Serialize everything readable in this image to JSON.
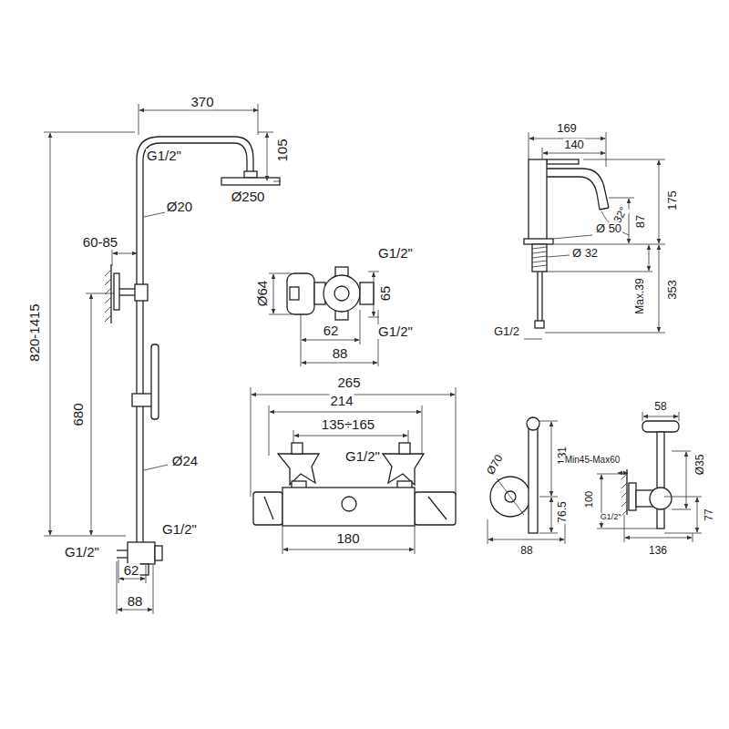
{
  "diagram": {
    "labels": [
      "370",
      "105",
      "G1/2\"",
      "Ø250",
      "Ø20",
      "60-85",
      "820-1415",
      "680",
      "Ø24",
      "G1/2\"",
      "G1/2\"",
      "62",
      "88",
      "G1/2\"",
      "Ø64",
      "65",
      "62",
      "88",
      "G1/2\"",
      "265",
      "214",
      "135÷165",
      "G1/2\"",
      "180",
      "169",
      "140",
      "175",
      "32°",
      "87",
      "Ø 50",
      "Ø 32",
      "Max.39",
      "353",
      "G1/2",
      "Ø70",
      "131",
      "76.5",
      "88",
      "58",
      "Min45-Max60",
      "Ø35",
      "100",
      "77",
      "G1/2\"",
      "136"
    ]
  }
}
